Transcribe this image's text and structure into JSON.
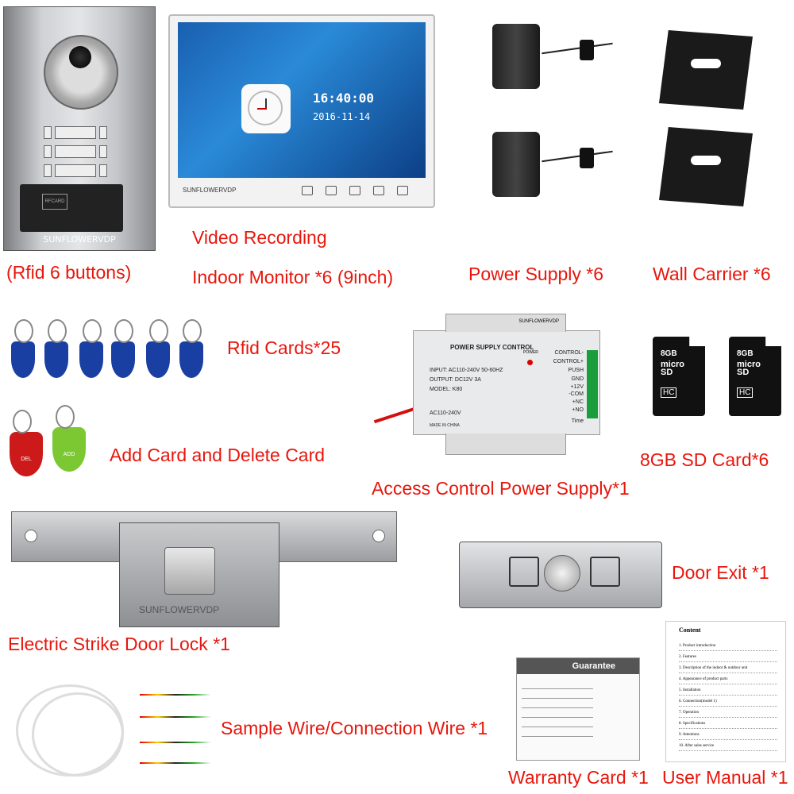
{
  "labels": {
    "rfid_buttons": "(Rfid 6 buttons)",
    "video_recording": "Video Recording",
    "indoor_monitor": "Indoor Monitor *6 (9inch)",
    "power_supply": "Power Supply *6",
    "wall_carrier": "Wall Carrier *6",
    "rfid_cards": "Rfid Cards*25",
    "add_delete_card": "Add Card and Delete Card",
    "sd_card": "8GB SD Card*6",
    "access_control": "Access Control Power Supply*1",
    "strike_lock": "Electric Strike Door Lock *1",
    "door_exit": "Door Exit *1",
    "sample_wire": "Sample Wire/Connection Wire *1",
    "warranty_card": "Warranty Card *1",
    "user_manual": "User Manual *1"
  },
  "outdoor_panel": {
    "card_label": "RFCARD",
    "brand": "SUNFLOWERVDP"
  },
  "monitor": {
    "time": "16:40:00",
    "date": "2016-11-14",
    "brand": "SUNFLOWERVDP"
  },
  "psu": {
    "title": "POWER SUPPLY CONTROL",
    "brand": "SUNFLOWERVDP",
    "power_label": "POWER",
    "input": "INPUT: AC110-240V  50-60HZ",
    "output": "OUTPUT: DC12V  3A",
    "model": "MODEL: K80",
    "ac": "AC110-240V",
    "made": "MADE IN CHINA",
    "time": "Time",
    "terminals": [
      "CONTROL-",
      "CONTROL+",
      "PUSH",
      "GND",
      "+12V",
      "-COM",
      "+NC",
      "+NO"
    ]
  },
  "sd": {
    "size": "8GB",
    "micro": "micro",
    "sd": "SD",
    "hc": "HC"
  },
  "tags": {
    "del": "DEL",
    "add": "ADD"
  },
  "strike": {
    "brand": "SUNFLOWERVDP"
  },
  "warranty": {
    "title": "Guarantee"
  },
  "manual": {
    "title": "Content",
    "lines": [
      "1. Product introduction",
      "2. Features",
      "3. Description of the indoor & outdoor unit",
      "4. Appearance of product parts",
      "5. Installation",
      "6. Connection(model 1)",
      "7. Operation",
      "8. Specifications",
      "9. Attentions",
      "10. After sales service"
    ]
  },
  "colors": {
    "label": "#e8160c",
    "screen": "#1a5fb0",
    "tag_blue": "#1a3fa2",
    "tag_red": "#cc1a1a",
    "tag_green": "#7cc832"
  }
}
